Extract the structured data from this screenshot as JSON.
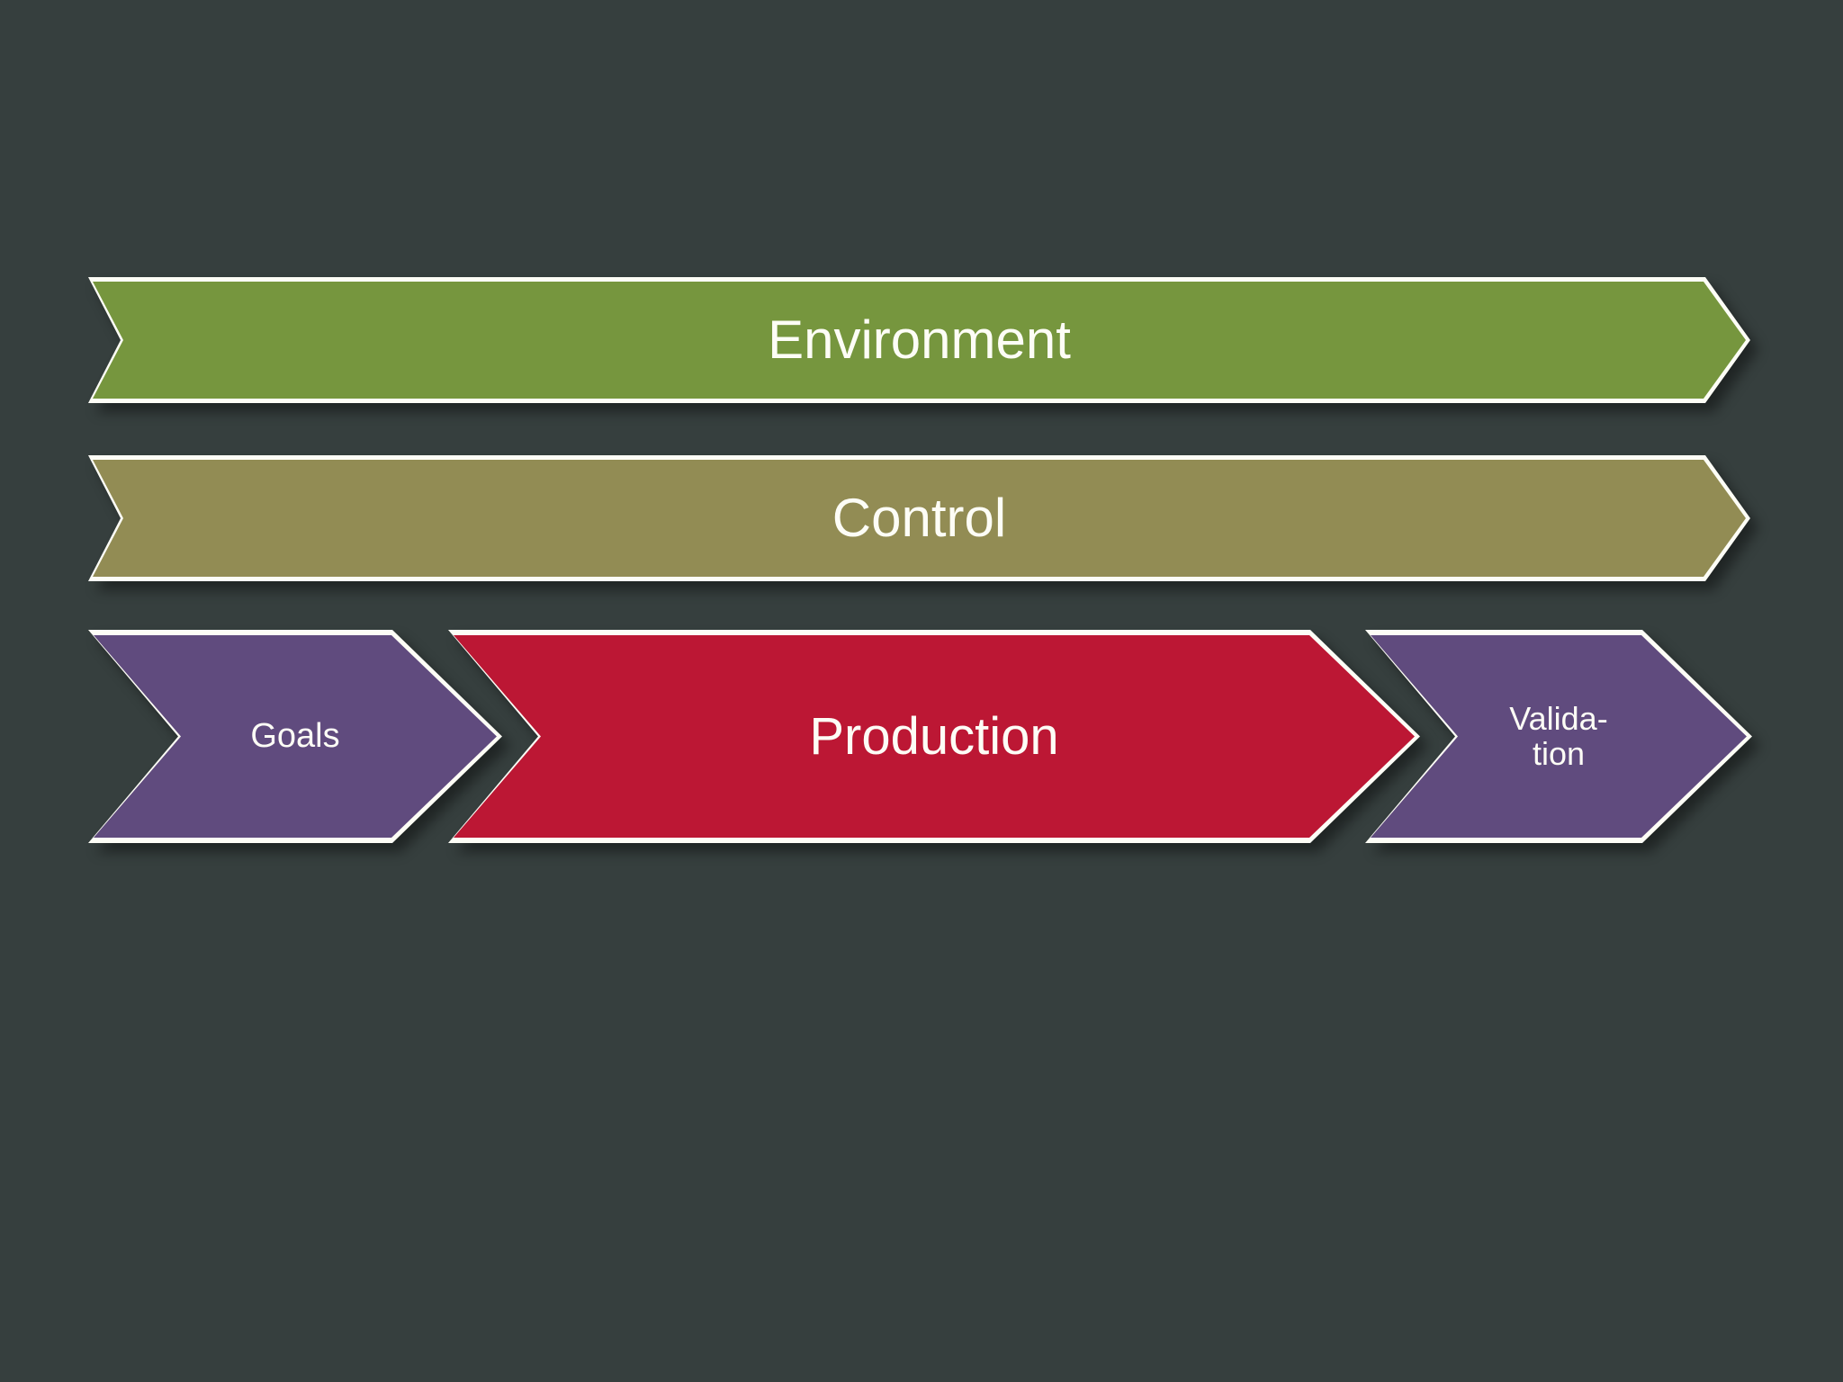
{
  "slide": {
    "background_color": "#363f3e",
    "outline_color": "#fdfdf6",
    "text_color": "#fdfdf6"
  },
  "diagram": {
    "type": "chevron-process-stack",
    "rows": [
      {
        "row_index": 1,
        "blocks": [
          {
            "label": "Environment",
            "color": "#76963e",
            "shape": "chevron"
          }
        ]
      },
      {
        "row_index": 2,
        "blocks": [
          {
            "label": "Control",
            "color": "#928c54",
            "shape": "chevron"
          }
        ]
      },
      {
        "row_index": 3,
        "blocks": [
          {
            "label": "Goals",
            "color": "#604b7e",
            "shape": "chevron"
          },
          {
            "label": "Production",
            "color": "#bc1734",
            "shape": "chevron"
          },
          {
            "label": "Valida-\ntion",
            "color": "#604b7e",
            "shape": "chevron"
          }
        ]
      }
    ]
  },
  "labels": {
    "environment": "Environment",
    "control": "Control",
    "goals": "Goals",
    "production": "Production",
    "validation": "Valida-\ntion"
  },
  "colors": {
    "background": "#363f3e",
    "environment_green": "#76963e",
    "control_khaki": "#928c54",
    "goals_purple": "#604b7e",
    "production_crimson": "#bc1734",
    "validation_purple": "#604b7e",
    "outline_white": "#fdfdf6"
  }
}
